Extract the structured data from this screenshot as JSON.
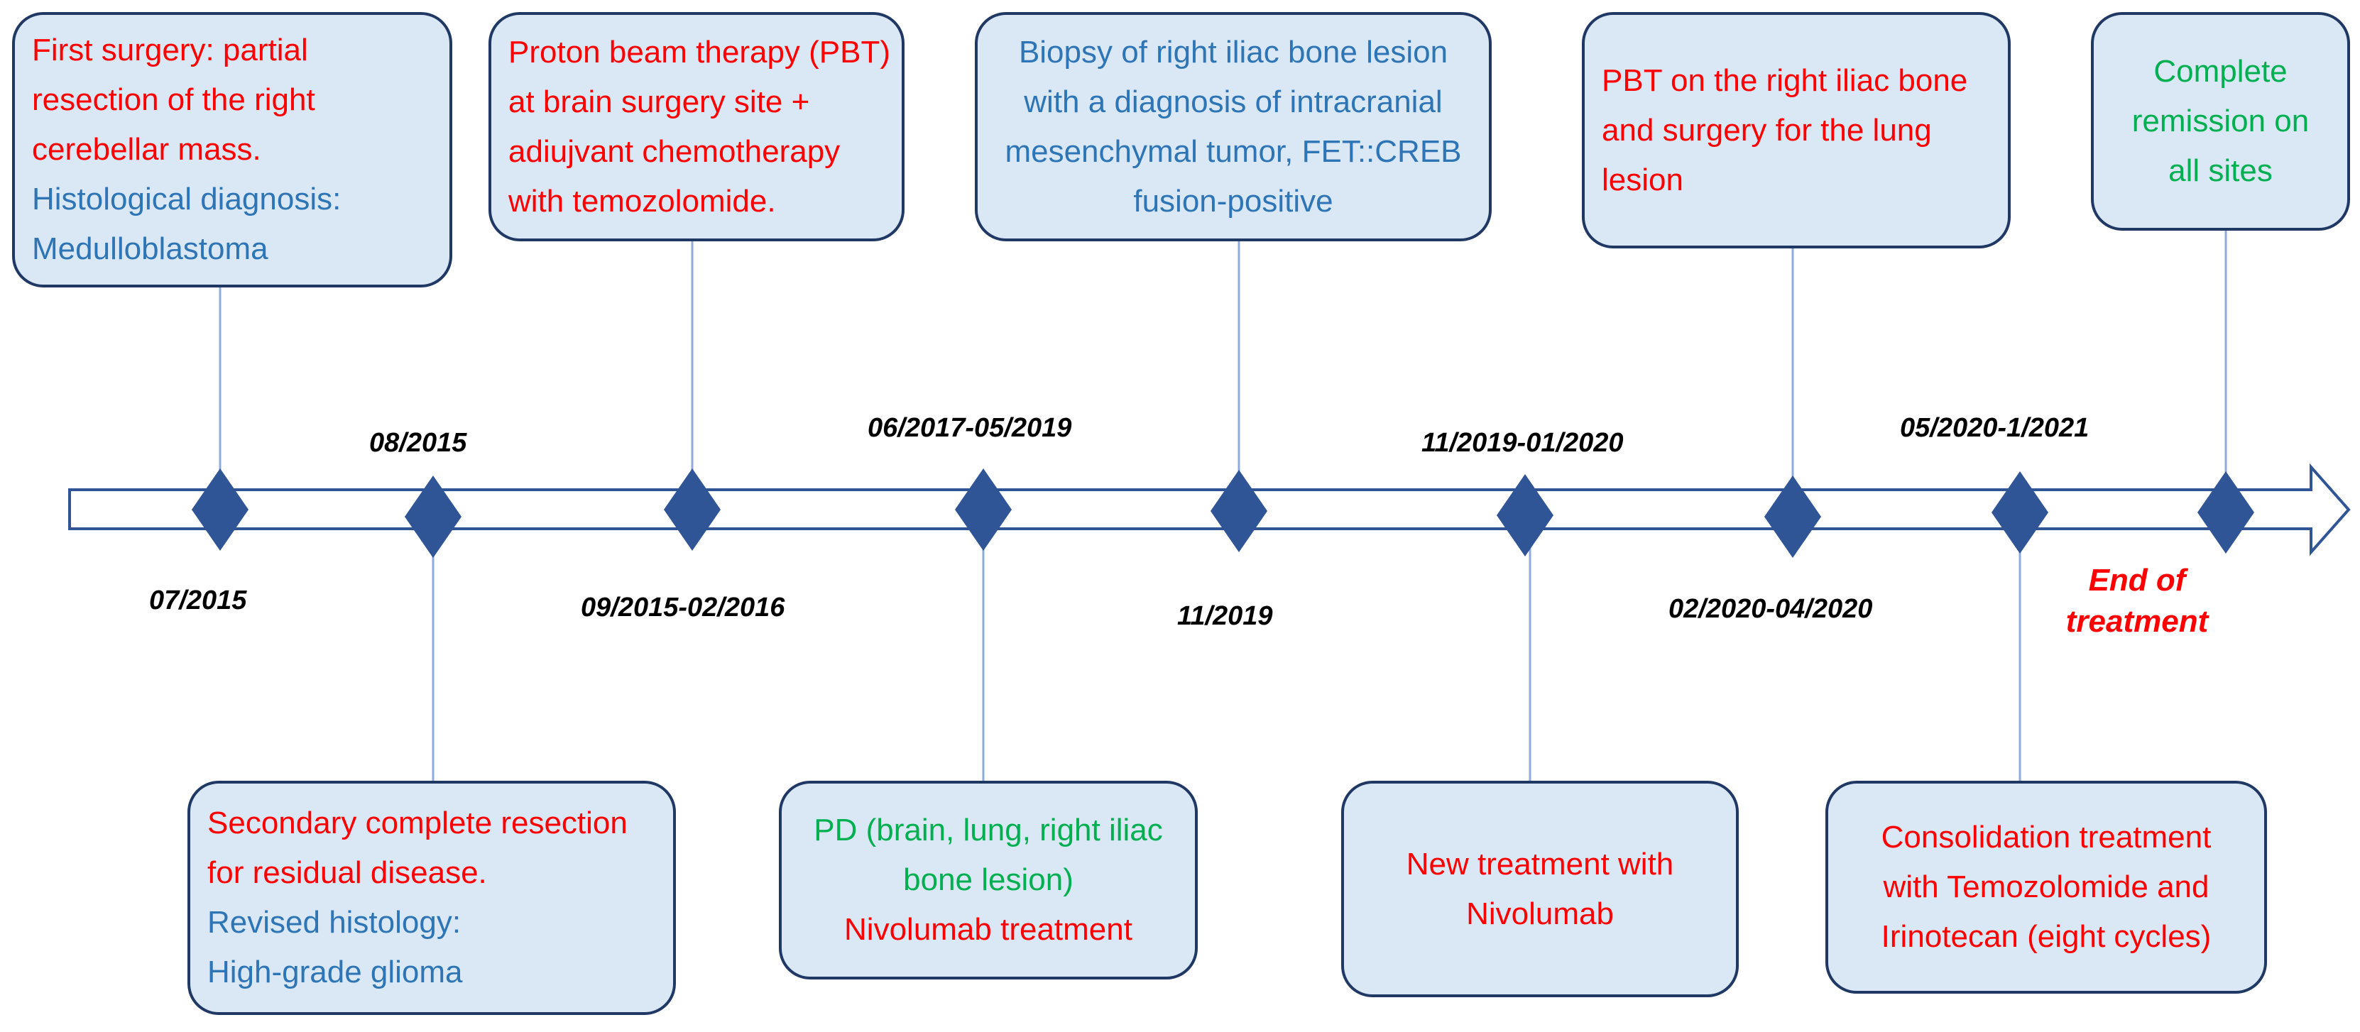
{
  "colors": {
    "box_fill": "#dae8f5",
    "box_border": "#1f3864",
    "diamond": "#2f5597",
    "connector": "#8faadc",
    "red_text": "#ff0000",
    "blue_text": "#2e75b6",
    "green_text": "#00b050"
  },
  "dates": {
    "d1": "07/2015",
    "d2": "08/2015",
    "d3": "09/2015-02/2016",
    "d4": "06/2017-05/2019",
    "d5": "11/2019",
    "d6": "11/2019-01/2020",
    "d7": "02/2020-04/2020",
    "d8": "05/2020-1/2021"
  },
  "end_label": [
    "End of",
    "treatment"
  ],
  "boxes": {
    "first_surgery": [
      {
        "text": "First surgery: partial",
        "color": "red"
      },
      {
        "text": "resection of the right",
        "color": "red"
      },
      {
        "text": "cerebellar mass.",
        "color": "red"
      },
      {
        "text": "Histological diagnosis:",
        "color": "blue"
      },
      {
        "text": "Medulloblastoma",
        "color": "blue"
      }
    ],
    "proton_beam": [
      {
        "text": "Proton beam therapy (PBT)",
        "color": "red"
      },
      {
        "text": "at brain surgery site +",
        "color": "red"
      },
      {
        "text": "adiujvant chemotherapy",
        "color": "red"
      },
      {
        "text": "with temozolomide.",
        "color": "red"
      }
    ],
    "biopsy": [
      {
        "text": "Biopsy of right iliac bone lesion",
        "color": "blue"
      },
      {
        "text": "with a diagnosis of intracranial",
        "color": "blue"
      },
      {
        "text": "mesenchymal tumor, FET::CREB",
        "color": "blue"
      },
      {
        "text": "fusion-positive",
        "color": "blue"
      }
    ],
    "pbt_iliac": [
      {
        "text": "PBT on the right iliac bone",
        "color": "red"
      },
      {
        "text": "and surgery for the lung",
        "color": "red"
      },
      {
        "text": "lesion",
        "color": "red"
      }
    ],
    "remission": [
      {
        "text": "Complete",
        "color": "green"
      },
      {
        "text": "remission on",
        "color": "green"
      },
      {
        "text": "all sites",
        "color": "green"
      }
    ],
    "secondary_resection": [
      {
        "text": "Secondary complete resection",
        "color": "red"
      },
      {
        "text": "for residual disease.",
        "color": "red"
      },
      {
        "text": "Revised histology:",
        "color": "blue"
      },
      {
        "text": "High-grade glioma",
        "color": "blue"
      }
    ],
    "pd": [
      {
        "text": "PD (brain, lung, right iliac",
        "color": "green"
      },
      {
        "text": "bone lesion)",
        "color": "green"
      },
      {
        "text": "Nivolumab treatment",
        "color": "red"
      }
    ],
    "nivolumab": [
      {
        "text": "New treatment with",
        "color": "red"
      },
      {
        "text": "Nivolumab",
        "color": "red"
      }
    ],
    "consolidation": [
      {
        "text": "Consolidation treatment",
        "color": "red"
      },
      {
        "text": "with Temozolomide and",
        "color": "red"
      },
      {
        "text": "Irinotecan (eight cycles)",
        "color": "red"
      }
    ]
  }
}
